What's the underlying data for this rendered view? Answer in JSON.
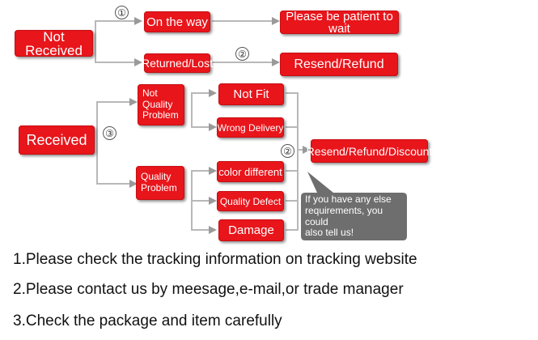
{
  "boxes": {
    "not_received": "Not Received",
    "on_the_way": "On the way",
    "patient": "Please be patient to wait",
    "returned_lost": "Returned/Lost",
    "resend_refund": "Resend/Refund",
    "received": "Received",
    "not_quality_problem": [
      "Not",
      "Quality",
      "Problem"
    ],
    "quality_problem": [
      "Quality",
      "Problem"
    ],
    "not_fit": "Not Fit",
    "wrong_delivery": "Wrong Delivery",
    "color_different": "color different",
    "quality_defect": "Quality Defect",
    "damage": "Damage",
    "resend_refund_discount": "Resend/Refund/Discount"
  },
  "markers": {
    "one": "①",
    "two_top": "②",
    "three": "③",
    "two_mid": "②"
  },
  "bubble": {
    "lines": [
      "If you have any else",
      "requirements, you could",
      "also tell us!"
    ]
  },
  "instructions": [
    "1.Please check the tracking information on tracking website",
    "2.Please contact us by meesage,e-mail,or trade manager",
    "3.Check the package and item carefully"
  ],
  "colors": {
    "box_red": "#e8151b",
    "bubble_gray": "#6e6e6e",
    "connector_gray": "#b8b8b8"
  }
}
